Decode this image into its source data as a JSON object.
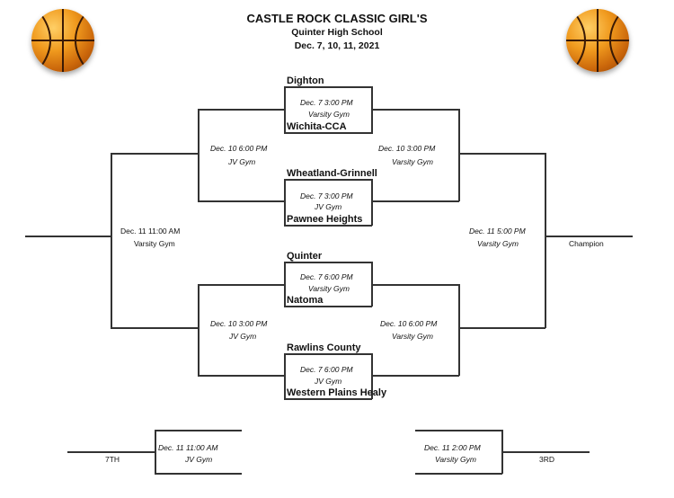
{
  "header": {
    "title": "CASTLE ROCK CLASSIC GIRL'S",
    "school": "Quinter High School",
    "dates": "Dec. 7, 10, 11, 2021"
  },
  "teams": {
    "t1": "Dighton",
    "t2": "Wichita-CCA",
    "t3": "Wheatland-Grinnell",
    "t4": "Pawnee Heights",
    "t5": "Quinter",
    "t6": "Natoma",
    "t7": "Rawlins County",
    "t8": "Western Plains Healy"
  },
  "games": {
    "g1": {
      "time": "Dec. 7   3:00 PM",
      "gym": "Varsity Gym"
    },
    "g2": {
      "time": "Dec. 7   3:00 PM",
      "gym": "JV Gym"
    },
    "g3": {
      "time": "Dec. 7   6:00 PM",
      "gym": "Varsity Gym"
    },
    "g4": {
      "time": "Dec. 7   6:00 PM",
      "gym": "JV Gym"
    },
    "sf_top_left": {
      "time": "Dec. 10   6:00 PM",
      "gym": "JV Gym"
    },
    "sf_top_right": {
      "time": "Dec. 10   3:00 PM",
      "gym": "Varsity Gym"
    },
    "sf_bot_left": {
      "time": "Dec. 10   3:00 PM",
      "gym": "JV Gym"
    },
    "sf_bot_right": {
      "time": "Dec. 10   6:00 PM",
      "gym": "Varsity Gym"
    },
    "final_left": {
      "time": "Dec. 11   11:00 AM",
      "gym": "Varsity Gym"
    },
    "final_right": {
      "time": "Dec. 11   5:00 PM",
      "gym": "Varsity Gym"
    },
    "seventh": {
      "time": "Dec. 11   11:00 AM",
      "gym": "JV Gym"
    },
    "third": {
      "time": "Dec. 11   2:00 PM",
      "gym": "Varsity Gym"
    }
  },
  "labels": {
    "champion": "Champion",
    "seventh": "7TH",
    "third": "3RD"
  },
  "decor": {
    "ball_color": "#f09a1e",
    "icon": "basketball-icon"
  }
}
